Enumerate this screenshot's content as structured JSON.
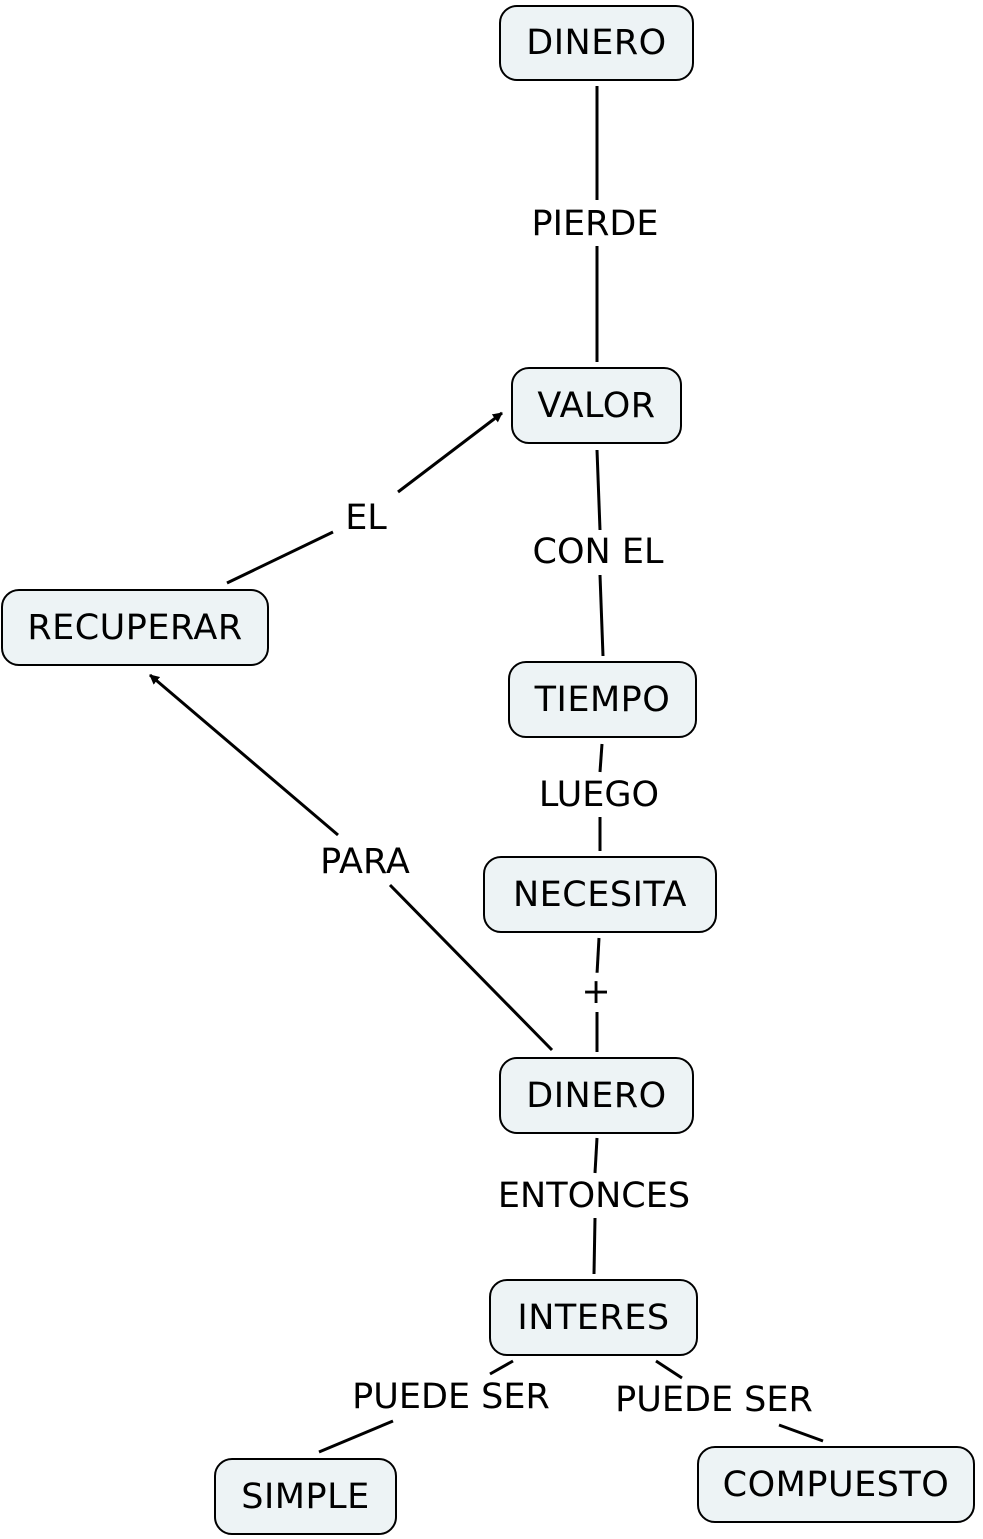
{
  "nodes": {
    "dinero_top": "DINERO",
    "valor": "VALOR",
    "recuperar": "RECUPERAR",
    "tiempo": "TIEMPO",
    "necesita": "NECESITA",
    "dinero_bottom": "DINERO",
    "interes": "INTERES",
    "simple": "SIMPLE",
    "compuesto": "COMPUESTO"
  },
  "links": {
    "pierde": "PIERDE",
    "el": "EL",
    "con_el": "CON EL",
    "luego": "LUEGO",
    "para": "PARA",
    "plus": "+",
    "entonces": "ENTONCES",
    "puede_ser_left": "PUEDE SER",
    "puede_ser_right": "PUEDE SER"
  },
  "colors": {
    "node_fill": "#edf3f5",
    "stroke": "#000000"
  }
}
